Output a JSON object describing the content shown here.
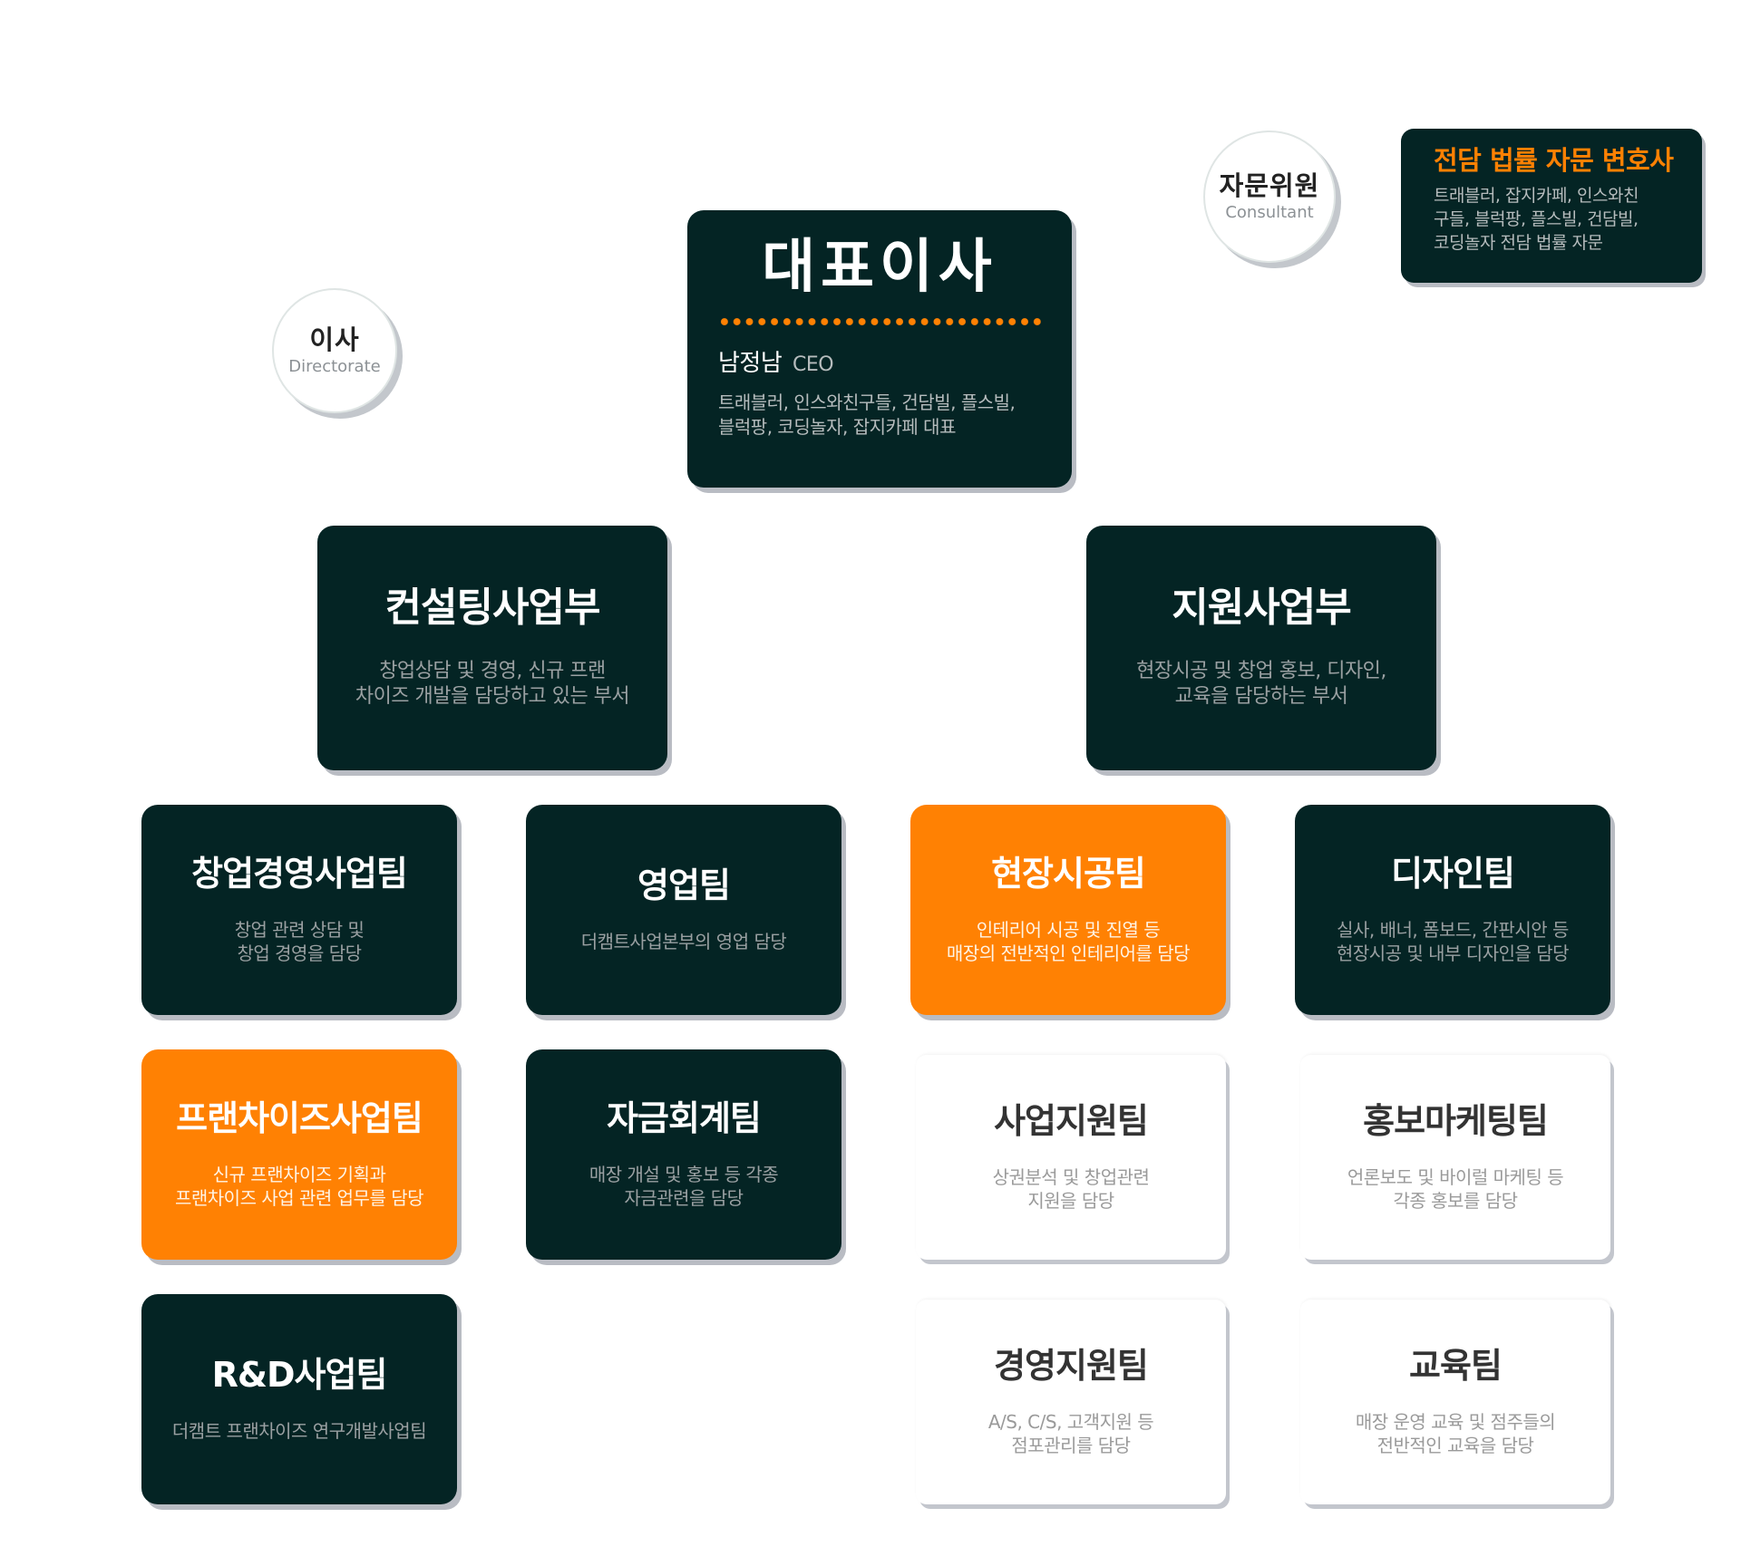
{
  "ceo": {
    "title": "대표이사",
    "name": "남정남",
    "role": "CEO",
    "desc_lines": [
      "트래블러, 인스와친구들, 건담빌, 플스빌,",
      "블럭팡, 코딩놀자, 잡지카페 대표"
    ]
  },
  "directorate": {
    "title": "이사",
    "subtitle": "Directorate"
  },
  "consultant": {
    "title": "자문위원",
    "subtitle": "Consultant"
  },
  "legal": {
    "title": "전담 법률 자문 변호사",
    "desc_lines": [
      "트래블러, 잡지카페, 인스와친",
      "구들, 블럭팡, 플스빌, 건담빌,",
      "코딩놀자 전담 법률 자문"
    ]
  },
  "divisions": [
    {
      "title": "컨설팅사업부",
      "desc_lines": [
        "창업상담 및 경영, 신규 프랜",
        "차이즈 개발을 담당하고 있는 부서"
      ]
    },
    {
      "title": "지원사업부",
      "desc_lines": [
        "현장시공 및 창업 홍보, 디자인,",
        "교육을 담당하는 부서"
      ]
    }
  ],
  "teams": [
    {
      "title": "창업경영사업팀",
      "desc_lines": [
        "창업 관련 상담 및",
        "창업 경영을 담당"
      ]
    },
    {
      "title": "영업팀",
      "desc_lines": [
        "더캠트사업본부의 영업 담당"
      ]
    },
    {
      "title": "현장시공팀",
      "desc_lines": [
        "인테리어 시공 및 진열 등",
        "매장의 전반적인 인테리어를 담당"
      ]
    },
    {
      "title": "디자인팀",
      "desc_lines": [
        "실사, 배너, 폼보드, 간판시안 등",
        "현장시공 및 내부 디자인을 담당"
      ]
    },
    {
      "title": "프랜차이즈사업팀",
      "desc_lines": [
        "신규 프랜차이즈 기획과",
        "프랜차이즈 사업 관련 업무를 담당"
      ]
    },
    {
      "title": "자금회계팀",
      "desc_lines": [
        "매장 개설 및 홍보 등 각종",
        "자금관련을 담당"
      ]
    },
    {
      "title": "사업지원팀",
      "desc_lines": [
        "상권분석 및 창업관련",
        "지원을 담당"
      ]
    },
    {
      "title": "홍보마케팅팀",
      "desc_lines": [
        "언론보도 및 바이럴 마케팅 등",
        "각종 홍보를 담당"
      ]
    },
    {
      "title": "R&D사업팀",
      "desc_lines": [
        "더캠트 프랜차이즈 연구개발사업팀"
      ]
    },
    {
      "title": "경영지원팀",
      "desc_lines": [
        "A/S, C/S, 고객지원 등",
        "점포관리를 담당"
      ]
    },
    {
      "title": "교육팀",
      "desc_lines": [
        "매장 운영 교육 및 점주들의",
        "전반적인 교육을 담당"
      ]
    }
  ],
  "colors": {
    "dark_box": "#042424",
    "accent_orange": "#ff8103",
    "light_box": "#ffffff"
  }
}
